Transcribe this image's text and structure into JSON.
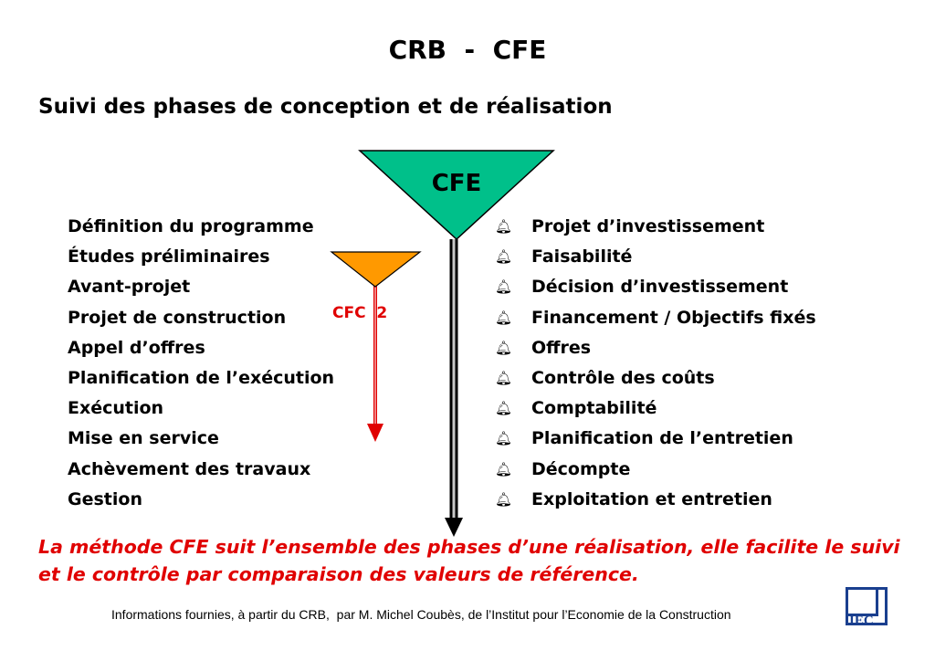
{
  "title": "CRB  -  CFE",
  "subtitle": "Suivi des phases de conception et de réalisation",
  "diagram": {
    "main_label": "CFE",
    "secondary_label": "CFC  2",
    "main_color": "#00c08a",
    "secondary_color": "#ff9900",
    "arrow_red": "#e00000"
  },
  "left_items": [
    "Définition du programme",
    "Études préliminaires",
    "Avant-projet",
    "Projet de construction",
    "Appel d’offres",
    "Planification de l’exécution",
    "Exécution",
    "Mise en service",
    "Achèvement des travaux",
    "Gestion"
  ],
  "right_items": [
    "Projet d’investissement",
    "Faisabilité",
    "Décision d’investissement",
    "Financement  / Objectifs fixés",
    "Offres",
    "Contrôle des coûts",
    "Comptabilité",
    "Planification de l’entretien",
    "Décompte",
    "Exploitation et entretien"
  ],
  "bullet_icon": "bell-icon",
  "conclusion": "La méthode CFE suit l’ensemble des phases d’une réalisation, elle facilite le suivi et le contrôle par comparaison des valeurs de référence.",
  "footer": "Informations fournies, à partir du CRB,  par M. Michel Coubès, de l’Institut pour l’Economie de la Construction",
  "logo_text": "IEC"
}
